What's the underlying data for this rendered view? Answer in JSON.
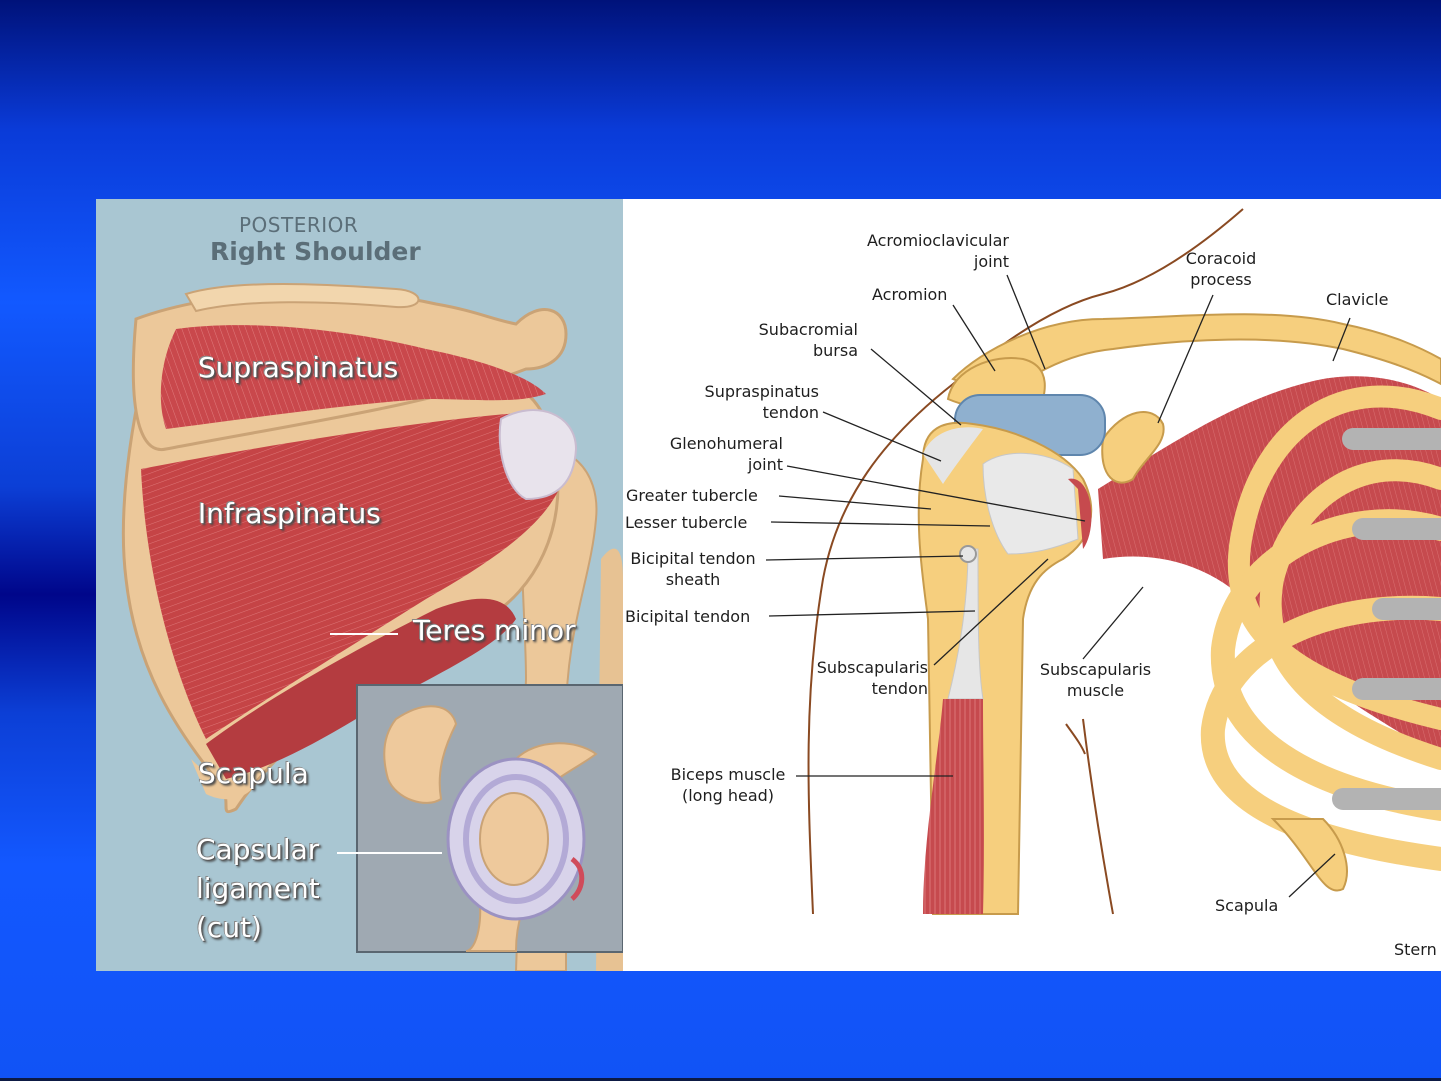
{
  "left_panel": {
    "view_label": "POSTERIOR",
    "title": "Right Shoulder",
    "labels": {
      "supraspinatus": "Supraspinatus",
      "infraspinatus": "Infraspinatus",
      "teres_minor": "Teres minor",
      "scapula": "Scapula",
      "capsular_ligament": "Capsular ligament (cut)"
    },
    "capsular_lines": [
      "Capsular",
      "ligament",
      "(cut)"
    ]
  },
  "right_panel": {
    "labels": {
      "acromioclavicular_joint": [
        "Acromioclavicular",
        "joint"
      ],
      "acromion": "Acromion",
      "coracoid_process": [
        "Coracoid",
        "process"
      ],
      "clavicle": "Clavicle",
      "subacromial_bursa": [
        "Subacromial",
        "bursa"
      ],
      "supraspinatus_tendon": [
        "Supraspinatus",
        "tendon"
      ],
      "glenohumeral_joint": [
        "Glenohumeral",
        "joint"
      ],
      "greater_tubercle": "Greater tubercle",
      "lesser_tubercle": "Lesser tubercle",
      "bicipital_tendon_sheath": [
        "Bicipital tendon",
        "sheath"
      ],
      "bicipital_tendon": "Bicipital tendon",
      "subscapularis_tendon": [
        "Subscapularis",
        "tendon"
      ],
      "subscapularis_muscle": [
        "Subscapularis",
        "muscle"
      ],
      "biceps_muscle": [
        "Biceps muscle",
        "(long head)"
      ],
      "scapula": "Scapula",
      "sternum_partial": "Stern"
    }
  },
  "colors": {
    "background_blue": "#1259ff",
    "muscle_red": "#c9484c",
    "bone_yellow": "#f6cf7e",
    "bursa_blue": "#8fb0cf",
    "left_panel_bg": "#a9c6d2"
  }
}
